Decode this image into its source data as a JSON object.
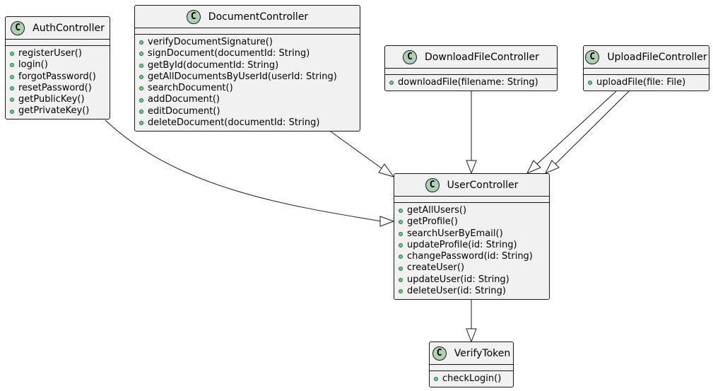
{
  "classes": {
    "auth": {
      "stereotype": "C",
      "name": "AuthController",
      "methods": [
        "registerUser()",
        "login()",
        "forgotPassword()",
        "resetPassword()",
        "getPublicKey()",
        "getPrivateKey()"
      ]
    },
    "document": {
      "stereotype": "C",
      "name": "DocumentController",
      "methods": [
        "verifyDocumentSignature()",
        "signDocument(documentId: String)",
        "getById(documentId: String)",
        "getAllDocumentsByUserId(userId: String)",
        "searchDocument()",
        "addDocument()",
        "editDocument()",
        "deleteDocument(documentId: String)"
      ]
    },
    "download": {
      "stereotype": "C",
      "name": "DownloadFileController",
      "methods": [
        "downloadFile(filename: String)"
      ]
    },
    "upload": {
      "stereotype": "C",
      "name": "UploadFileController",
      "methods": [
        "uploadFile(file: File)"
      ]
    },
    "user": {
      "stereotype": "C",
      "name": "UserController",
      "methods": [
        "getAllUsers()",
        "getProfile()",
        "searchUserByEmail()",
        "updateProfile(id: String)",
        "changePassword(id: String)",
        "createUser()",
        "updateUser(id: String)",
        "deleteUser(id: String)"
      ]
    },
    "verify": {
      "stereotype": "C",
      "name": "VerifyToken",
      "methods": [
        "checkLogin()"
      ]
    }
  },
  "relations": [
    {
      "from": "auth",
      "to": "user",
      "type": "inheritance"
    },
    {
      "from": "document",
      "to": "user",
      "type": "inheritance"
    },
    {
      "from": "download",
      "to": "user",
      "type": "inheritance"
    },
    {
      "from": "upload",
      "to": "user",
      "type": "inheritance"
    },
    {
      "from": "upload",
      "to": "user",
      "type": "inheritance"
    },
    {
      "from": "user",
      "to": "verify",
      "type": "inheritance"
    }
  ]
}
